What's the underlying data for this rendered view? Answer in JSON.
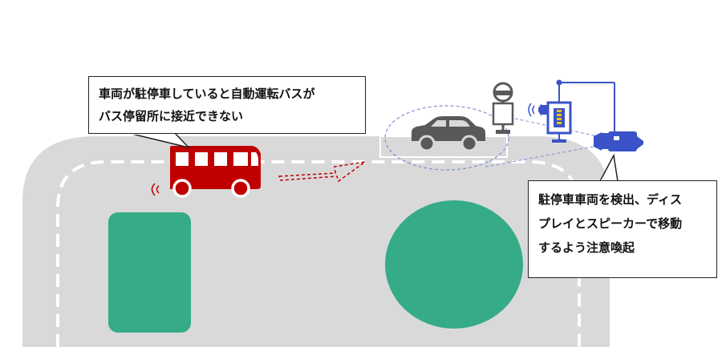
{
  "callouts": {
    "left": {
      "line1": "車両が駐停車していると自動運転バスが",
      "line2": "バス停留所に接近できない"
    },
    "right": {
      "line1": "駐停車車両を検出、ディス",
      "line2": "プレイとスピーカーで移動",
      "line3": "するよう注意喚起"
    }
  },
  "colors": {
    "road": "#d9d9d9",
    "island": "#35ab88",
    "bus": "#c00000",
    "car": "#595959",
    "equipment": "#3a53c8",
    "lane_mark": "#ffffff",
    "arrow": "#c00000",
    "detection_zone": "#7f8fd6"
  },
  "icons": {
    "bus": "bus-icon",
    "car": "car-icon",
    "bus_stop": "bus-stop-sign-icon",
    "display": "display-signal-icon",
    "camera": "camera-icon",
    "speaker": "speaker-icon"
  }
}
